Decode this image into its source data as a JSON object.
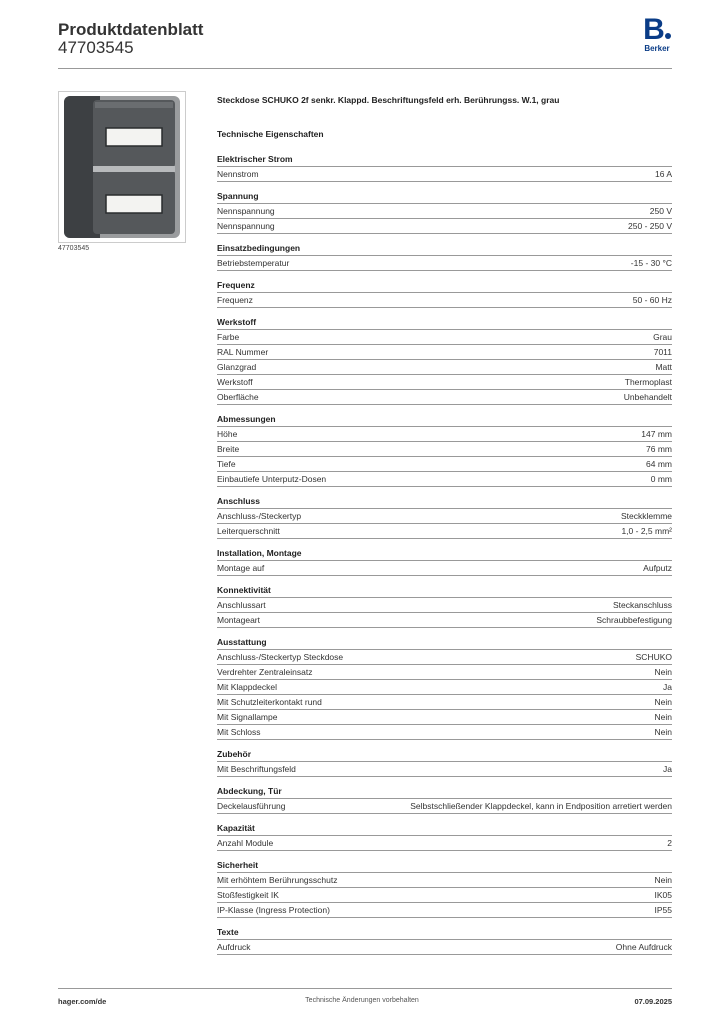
{
  "header": {
    "title": "Produktdatenblatt",
    "number": "47703545"
  },
  "logo": {
    "letter": "B",
    "word": "Berker",
    "color": "#0a3c87"
  },
  "image": {
    "caption": "47703545"
  },
  "product_name": "Steckdose SCHUKO 2f senkr. Klappd. Beschriftungsfeld erh. Berührungss. W.1, grau",
  "tech_heading": "Technische Eigenschaften",
  "groups": [
    {
      "title": "Elektrischer Strom",
      "rows": [
        {
          "label": "Nennstrom",
          "value": "16 A"
        }
      ]
    },
    {
      "title": "Spannung",
      "rows": [
        {
          "label": "Nennspannung",
          "value": "250 V"
        },
        {
          "label": "Nennspannung",
          "value": "250 - 250 V"
        }
      ]
    },
    {
      "title": "Einsatzbedingungen",
      "rows": [
        {
          "label": "Betriebstemperatur",
          "value": "-15 - 30 °C"
        }
      ]
    },
    {
      "title": "Frequenz",
      "rows": [
        {
          "label": "Frequenz",
          "value": "50 - 60 Hz"
        }
      ]
    },
    {
      "title": "Werkstoff",
      "rows": [
        {
          "label": "Farbe",
          "value": "Grau"
        },
        {
          "label": "RAL Nummer",
          "value": "7011"
        },
        {
          "label": "Glanzgrad",
          "value": "Matt"
        },
        {
          "label": "Werkstoff",
          "value": "Thermoplast"
        },
        {
          "label": "Oberfläche",
          "value": "Unbehandelt"
        }
      ]
    },
    {
      "title": "Abmessungen",
      "rows": [
        {
          "label": "Höhe",
          "value": "147 mm"
        },
        {
          "label": "Breite",
          "value": "76 mm"
        },
        {
          "label": "Tiefe",
          "value": "64 mm"
        },
        {
          "label": "Einbautiefe Unterputz-Dosen",
          "value": "0 mm"
        }
      ]
    },
    {
      "title": "Anschluss",
      "rows": [
        {
          "label": "Anschluss-/Steckertyp",
          "value": "Steckklemme"
        },
        {
          "label": "Leiterquerschnitt",
          "value": "1,0 - 2,5 mm²"
        }
      ]
    },
    {
      "title": "Installation, Montage",
      "rows": [
        {
          "label": "Montage auf",
          "value": "Aufputz"
        }
      ]
    },
    {
      "title": "Konnektivität",
      "rows": [
        {
          "label": "Anschlussart",
          "value": "Steckanschluss"
        },
        {
          "label": "Montageart",
          "value": "Schraubbefestigung"
        }
      ]
    },
    {
      "title": "Ausstattung",
      "rows": [
        {
          "label": "Anschluss-/Steckertyp Steckdose",
          "value": "SCHUKO"
        },
        {
          "label": "Verdrehter Zentraleinsatz",
          "value": "Nein"
        },
        {
          "label": "Mit Klappdeckel",
          "value": "Ja"
        },
        {
          "label": "Mit Schutzleiterkontakt rund",
          "value": "Nein"
        },
        {
          "label": "Mit Signallampe",
          "value": "Nein"
        },
        {
          "label": "Mit Schloss",
          "value": "Nein"
        }
      ]
    },
    {
      "title": "Zubehör",
      "rows": [
        {
          "label": "Mit Beschriftungsfeld",
          "value": "Ja"
        }
      ]
    },
    {
      "title": "Abdeckung, Tür",
      "rows": [
        {
          "label": "Deckelausführung",
          "value": "Selbstschließender Klappdeckel, kann in Endposition arretiert werden"
        }
      ]
    },
    {
      "title": "Kapazität",
      "rows": [
        {
          "label": "Anzahl Module",
          "value": "2"
        }
      ]
    },
    {
      "title": "Sicherheit",
      "rows": [
        {
          "label": "Mit erhöhtem Berührungsschutz",
          "value": "Nein"
        },
        {
          "label": "Stoßfestigkeit IK",
          "value": "IK05"
        },
        {
          "label": "IP-Klasse (Ingress Protection)",
          "value": "IP55"
        }
      ]
    },
    {
      "title": "Texte",
      "rows": [
        {
          "label": "Aufdruck",
          "value": "Ohne Aufdruck"
        }
      ]
    }
  ],
  "footer": {
    "left": "hager.com/de",
    "center": "Technische Änderungen vorbehalten",
    "right": "07.09.2025"
  }
}
